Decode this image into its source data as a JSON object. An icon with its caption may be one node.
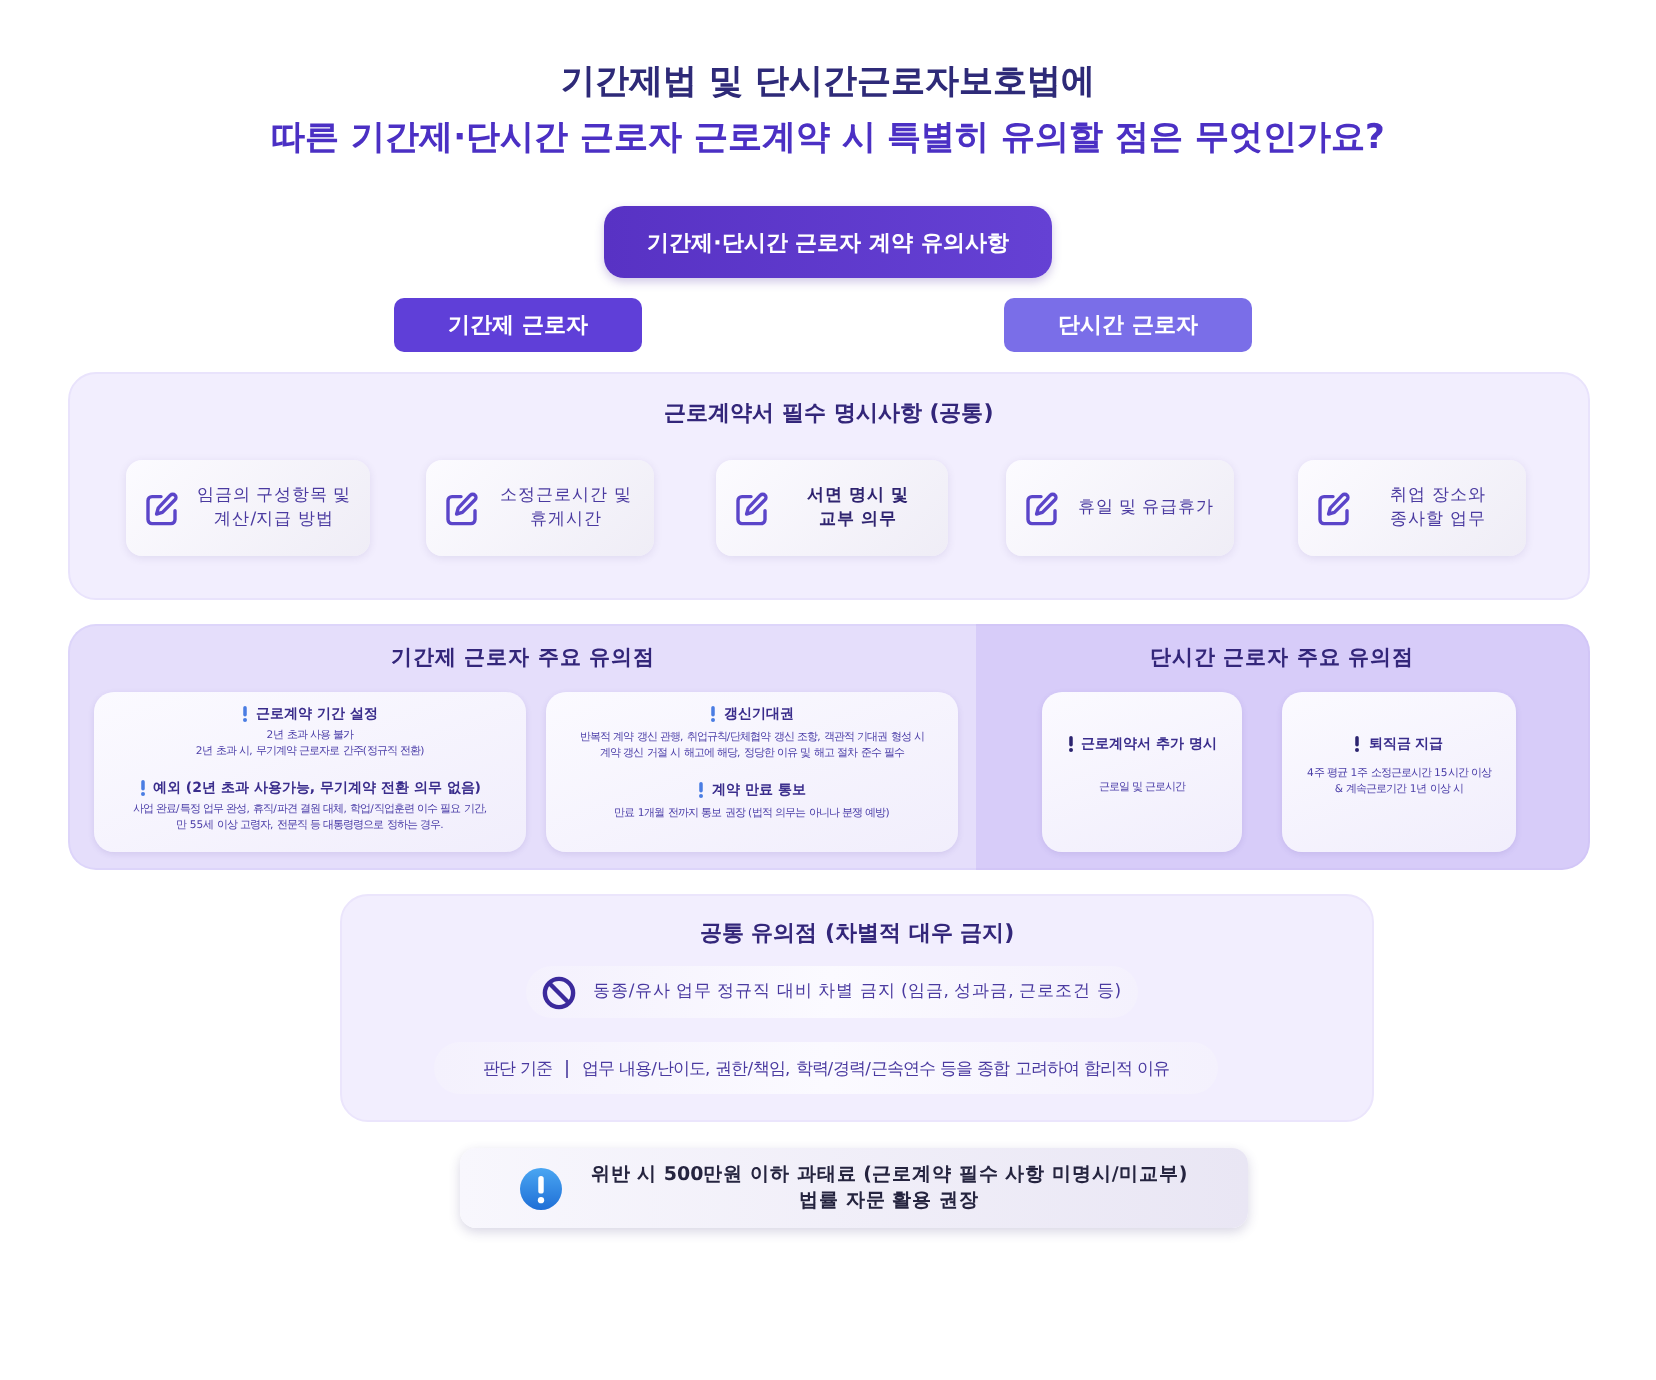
{
  "diagram": {
    "title": "기간제법 및 단시간근로자보호법에 따른 기간제·단시간 근로자 근로계약 시 특별히 유의할 점은 무엇인가요?",
    "nodes": [
      {
        "text": [
          "기간제·단시간 근로자 계약 유의사항"
        ]
      },
      {
        "text": [
          "기간제 근로자"
        ]
      },
      {
        "text": [
          "단시간 근로자"
        ]
      },
      {
        "text": [
          "근로계약서 필수 명시사항 (공통)"
        ]
      },
      {
        "text": [
          "임금의 구성항목 및 계산/지급 방법"
        ],
        "in": 3
      },
      {
        "text": [
          "소정근로시간 및 휴게시간"
        ],
        "in": 3
      },
      {
        "text": [
          "서면 명시 및 교부 의무"
        ],
        "in": 3
      },
      {
        "text": [
          "휴일 및 유급휴가"
        ],
        "in": 3
      },
      {
        "text": [
          "취업 장소와 종사할 업무"
        ],
        "in": 3
      },
      {
        "text": [
          "기간제 근로자 주요 유의점"
        ]
      },
      {
        "text": [
          "단시간 근로자 주요 유의점"
        ]
      },
      {
        "text": [
          "근로계약 기간 설정",
          "2년 초과 사용 불가",
          "2년 초과 시, 무기계약 근로자로 간주(정규직 전환)",
          "예외 (2년 초과 사용가능, 무기계약 전환 의무 없음)",
          "사업 완료/특정 업무 완성, 휴직/파견 결원 대체, 학업/직업훈련 이수 필요 기간, 만 55세 이상 고령자, 전문직 등 대통령령으로 정하는 경우."
        ],
        "in": 9
      },
      {
        "text": [
          "갱신기대권",
          "반복적 계약 갱신 관행, 취업규칙/단체협약 갱신 조항, 객관적 기대권 형성 시 계약 갱신 거절 시 해고에 해당, 정당한 이유 및 해고 절차 준수 필수",
          "계약 만료 통보",
          "만료 1개월 전까지 통보 권장 (법적 의무는 아니나 분쟁 예방)"
        ],
        "in": 9
      },
      {
        "text": [
          "근로계약서 추가 명시",
          "근로일 및 근로시간"
        ],
        "in": 10
      },
      {
        "text": [
          "퇴직금 지급",
          "4주 평균 1주 소정근로시간 15시간 이상 & 계속근로기간 1년 이상 시"
        ],
        "in": 10
      },
      {
        "text": [
          "공통 유의점 (차별적 대우 금지)"
        ]
      },
      {
        "text": [
          "동종/유사 업무 정규직 대비 차별 금지 (임금, 성과금, 근로조건 등)"
        ],
        "in": 15
      },
      {
        "text": [
          "판단 기준",
          "업무 내용/난이도, 권한/책임, 학력/경력/근속연수 등을 종합 고려하여 합리적 이유"
        ],
        "in": 15
      },
      {
        "text": [
          "위반 시 500만원 이하 과태료 (근로계약 필수 사항 미명시/미교부)",
          "법률 자문 활용 권장"
        ]
      }
    ]
  }
}
